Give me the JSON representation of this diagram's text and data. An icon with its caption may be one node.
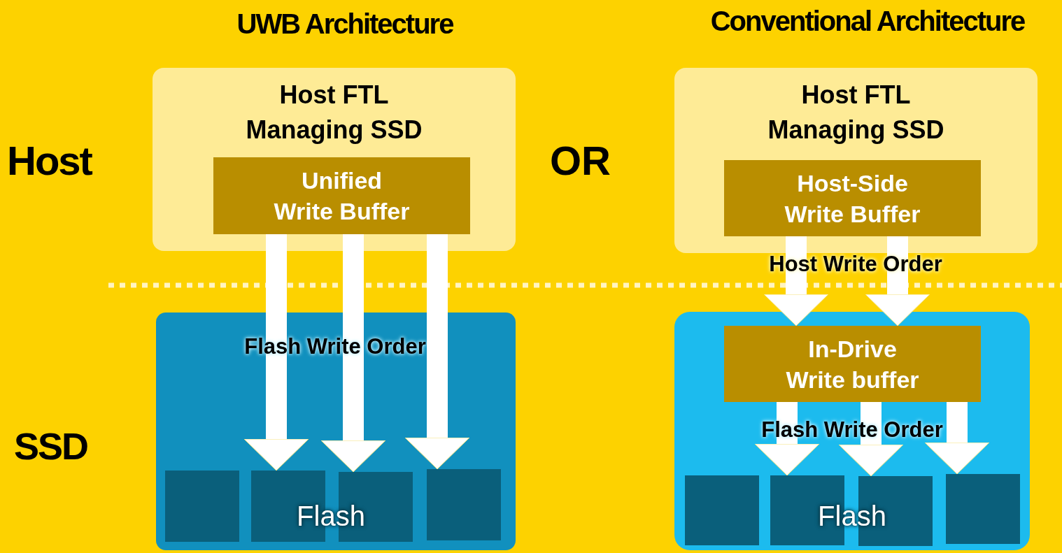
{
  "diagram": {
    "nodes": [
      {
        "text": [
          "Host FTL Managing SSD"
        ]
      },
      {
        "text": [
          "Unified Write Buffer"
        ],
        "in": 0
      },
      {
        "text": [],
        "shape": "box"
      },
      {
        "text": [],
        "shape": "box",
        "in": 2
      },
      {
        "text": [],
        "shape": "box",
        "in": 2
      },
      {
        "text": [],
        "shape": "box",
        "in": 2
      },
      {
        "text": [],
        "shape": "box",
        "in": 2
      },
      {
        "text": [
          "Host FTL Managing SSD"
        ]
      },
      {
        "text": [
          "Host-Side Write Buffer"
        ],
        "in": 7
      },
      {
        "text": [],
        "shape": "box"
      },
      {
        "text": [
          "In-Drive Write buffer"
        ],
        "in": 9
      },
      {
        "text": [],
        "shape": "box",
        "in": 9
      },
      {
        "text": [],
        "shape": "box",
        "in": 9
      },
      {
        "text": [],
        "shape": "box",
        "in": 9
      },
      {
        "text": [],
        "shape": "box",
        "in": 9
      }
    ],
    "edges": [
      {
        "from": 1,
        "to": 4,
        "arrow": "to"
      },
      {
        "from": 1,
        "to": 5,
        "arrow": "to"
      },
      {
        "from": 1,
        "to": 6,
        "arrow": "to"
      },
      {
        "from": 8,
        "to": 10,
        "arrow": "to"
      },
      {
        "from": 8,
        "to": 10,
        "arrow": "to"
      },
      {
        "from": 10,
        "to": 12,
        "arrow": "to"
      },
      {
        "from": 10,
        "to": 13,
        "arrow": "to"
      },
      {
        "from": 10,
        "to": 14,
        "arrow": "to"
      }
    ],
    "labels": [
      "UWB Architecture",
      "Conventional Architecture",
      "Host",
      "OR",
      "Host Write Order",
      "Flash Write Order",
      "Flash Write Order",
      "SSD",
      "Flash",
      "Flash"
    ]
  }
}
